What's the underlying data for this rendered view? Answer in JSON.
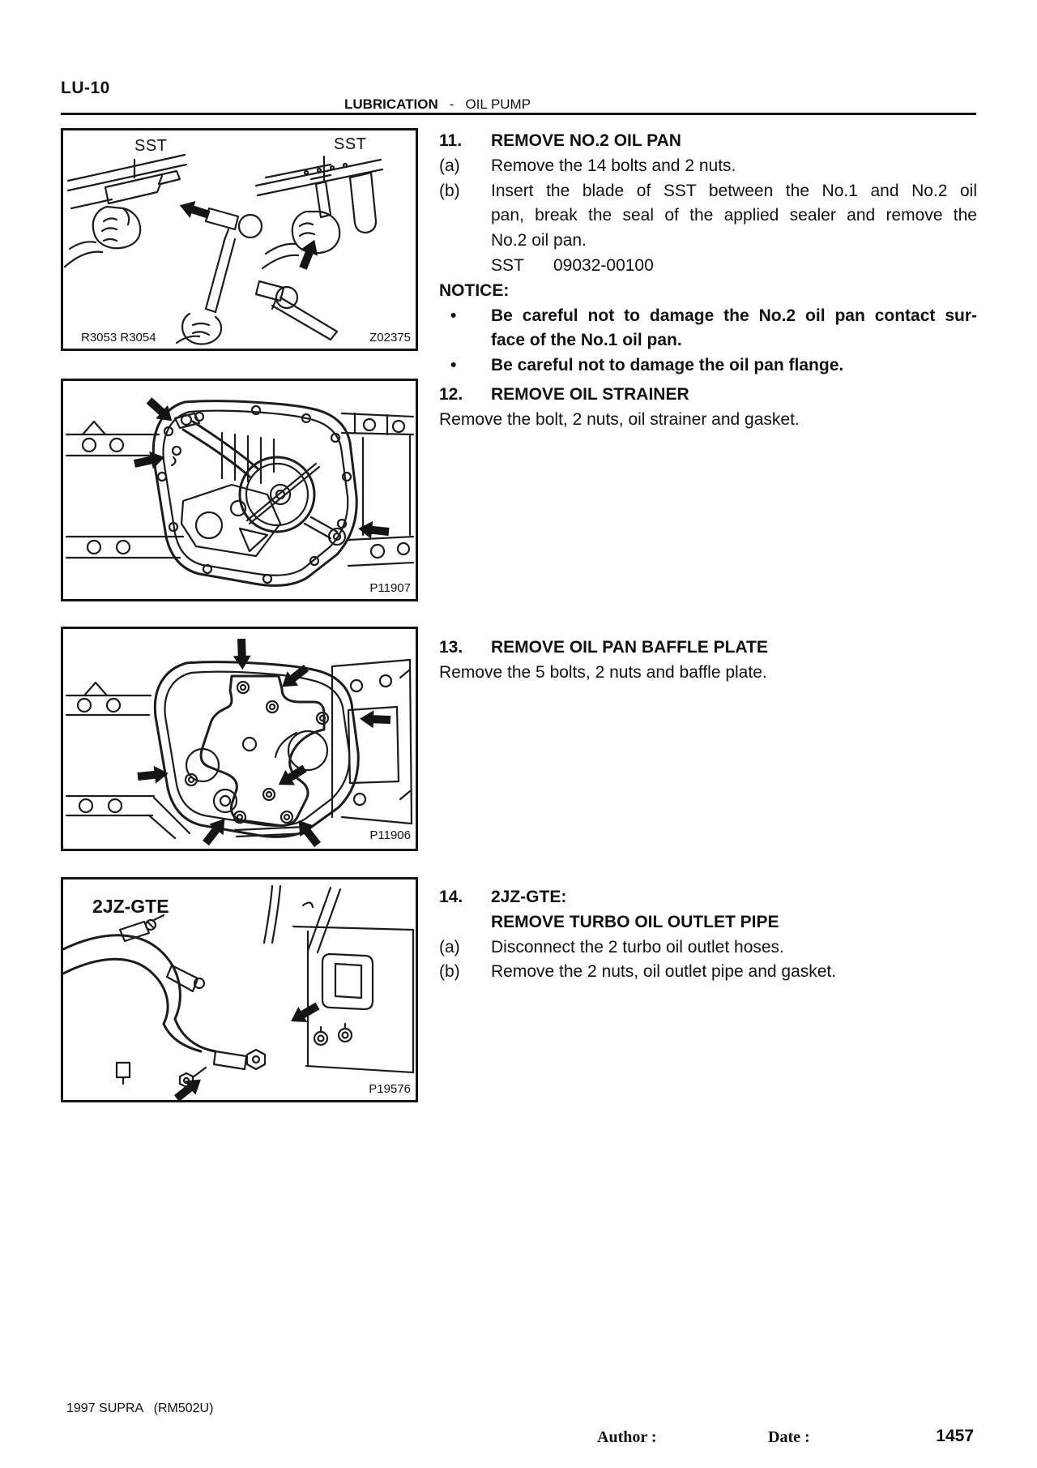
{
  "header": {
    "page_code": "LU-10",
    "section": "LUBRICATION",
    "separator": "-",
    "subsection": "OIL PUMP"
  },
  "figures": {
    "fig1": {
      "sst_left": "SST",
      "sst_right": "SST",
      "code_left": "R3053 R3054",
      "code_right": "Z02375"
    },
    "fig2": {
      "code_right": "P11907"
    },
    "fig3": {
      "code_right": "P11906"
    },
    "fig4": {
      "engine_label": "2JZ-GTE",
      "code_right": "P19576"
    }
  },
  "steps": {
    "s11": {
      "num": "11.",
      "title": "REMOVE NO.2 OIL PAN",
      "a_label": "(a)",
      "a_text": "Remove the 14 bolts and 2 nuts.",
      "b_label": "(b)",
      "b_line1": "Insert the blade of SST between the No.1 and No.2 oil",
      "b_line2": "pan, break the seal of the applied sealer and remove the",
      "b_line3": "No.2 oil pan.",
      "sst_label": "SST",
      "sst_value": "09032-00100",
      "notice_title": "NOTICE:",
      "bullet": "•",
      "notice1_line1": "Be careful not to damage the No.2 oil pan contact sur-",
      "notice1_line2": "face of the No.1 oil pan.",
      "notice2": "Be careful not to damage the oil pan flange."
    },
    "s12": {
      "num": "12.",
      "title": "REMOVE OIL STRAINER",
      "body": "Remove the bolt, 2 nuts, oil strainer and gasket."
    },
    "s13": {
      "num": "13.",
      "title": "REMOVE OIL PAN BAFFLE PLATE",
      "body": "Remove the 5 bolts, 2 nuts and baffle plate."
    },
    "s14": {
      "num": "14.",
      "title_line1": "2JZ-GTE:",
      "title_line2": "REMOVE TURBO OIL OUTLET PIPE",
      "a_label": "(a)",
      "a_text": "Disconnect the 2 turbo oil outlet hoses.",
      "b_label": "(b)",
      "b_text": "Remove the 2 nuts, oil outlet pipe and gasket."
    }
  },
  "footer": {
    "model": "1997 SUPRA   (RM502U)",
    "author_label": "Author :",
    "date_label": "Date :",
    "page_number": "1457"
  }
}
